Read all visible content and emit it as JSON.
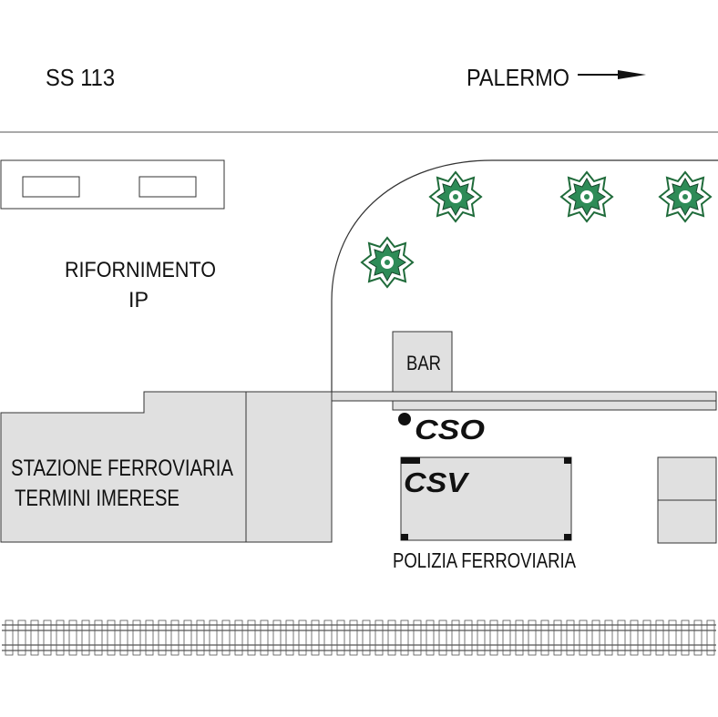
{
  "labels": {
    "road": "SS 113",
    "direction": "PALERMO",
    "fuel_station": [
      "RIFORNIMENTO",
      "IP"
    ],
    "bar": "BAR",
    "station": [
      "STAZIONE FERROVIARIA",
      "TERMINI IMERESE"
    ],
    "cso": "CSO",
    "csv": "CSV",
    "police": "POLIZIA FERROVIARIA"
  },
  "icons": {
    "direction_arrow": "arrow-right-icon",
    "tree": "tree-icon",
    "point_marker": "dot-marker-icon"
  },
  "colors": {
    "building_fill": "#e0e0e0",
    "outline": "#333333",
    "tree_outline": "#1f6b3a",
    "tree_fill": "#2e8b57",
    "text": "#111111"
  }
}
